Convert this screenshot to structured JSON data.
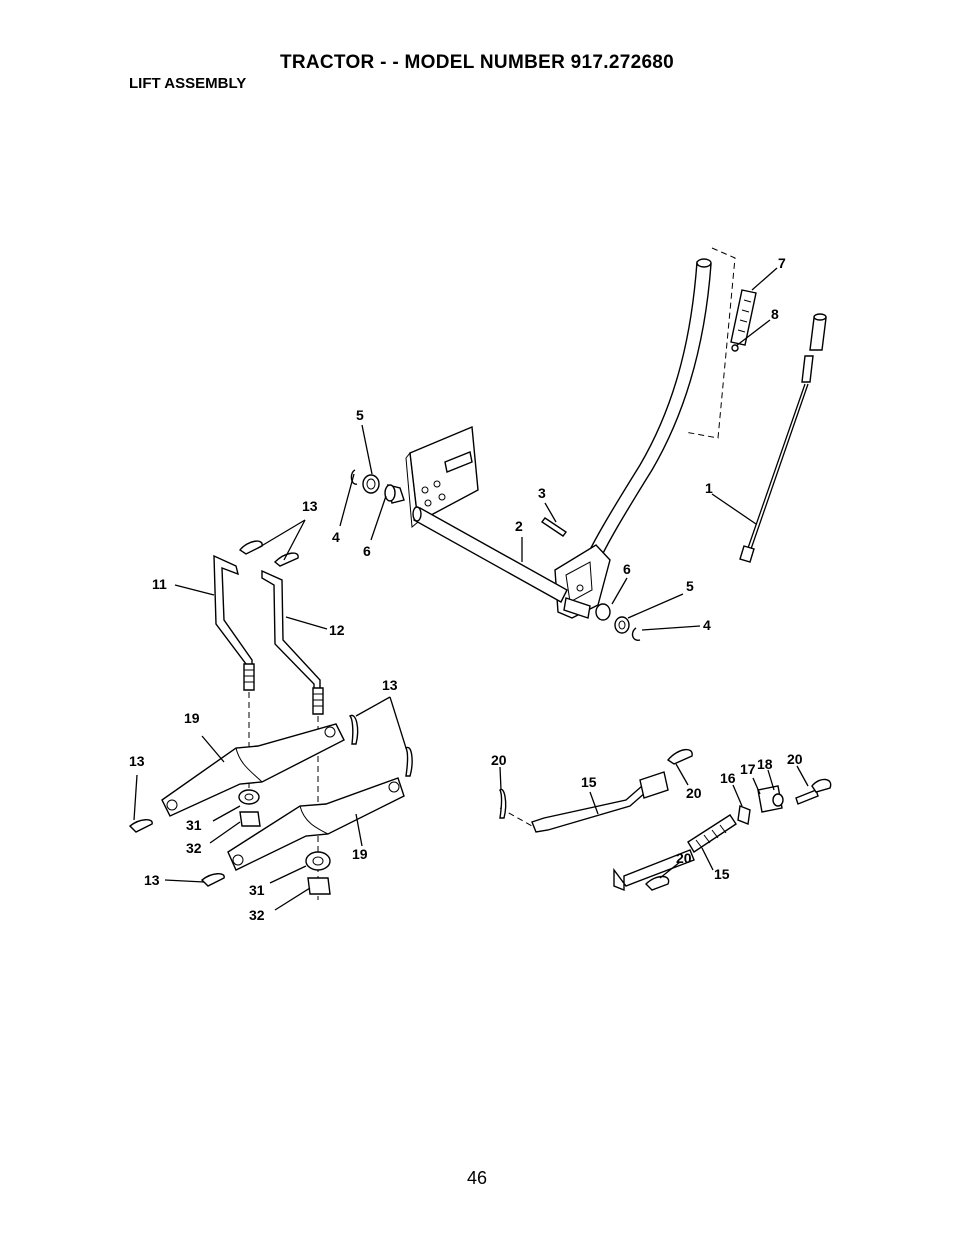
{
  "header": {
    "title": "TRACTOR - - MODEL NUMBER  917.272680",
    "section": "LIFT ASSEMBLY"
  },
  "footer": {
    "page_number": "46"
  },
  "callouts": {
    "c1": "1",
    "c2": "2",
    "c3": "3",
    "c4a": "4",
    "c4b": "4",
    "c5a": "5",
    "c5b": "5",
    "c6a": "6",
    "c6b": "6",
    "c7": "7",
    "c8": "8",
    "c11": "11",
    "c12": "12",
    "c13a": "13",
    "c13b": "13",
    "c13c": "13",
    "c13d": "13",
    "c15a": "15",
    "c15b": "15",
    "c16": "16",
    "c17": "17",
    "c18": "18",
    "c19a": "19",
    "c19b": "19",
    "c20a": "20",
    "c20b": "20",
    "c20c": "20",
    "c20d": "20",
    "c31a": "31",
    "c31b": "31",
    "c32a": "32",
    "c32b": "32"
  }
}
